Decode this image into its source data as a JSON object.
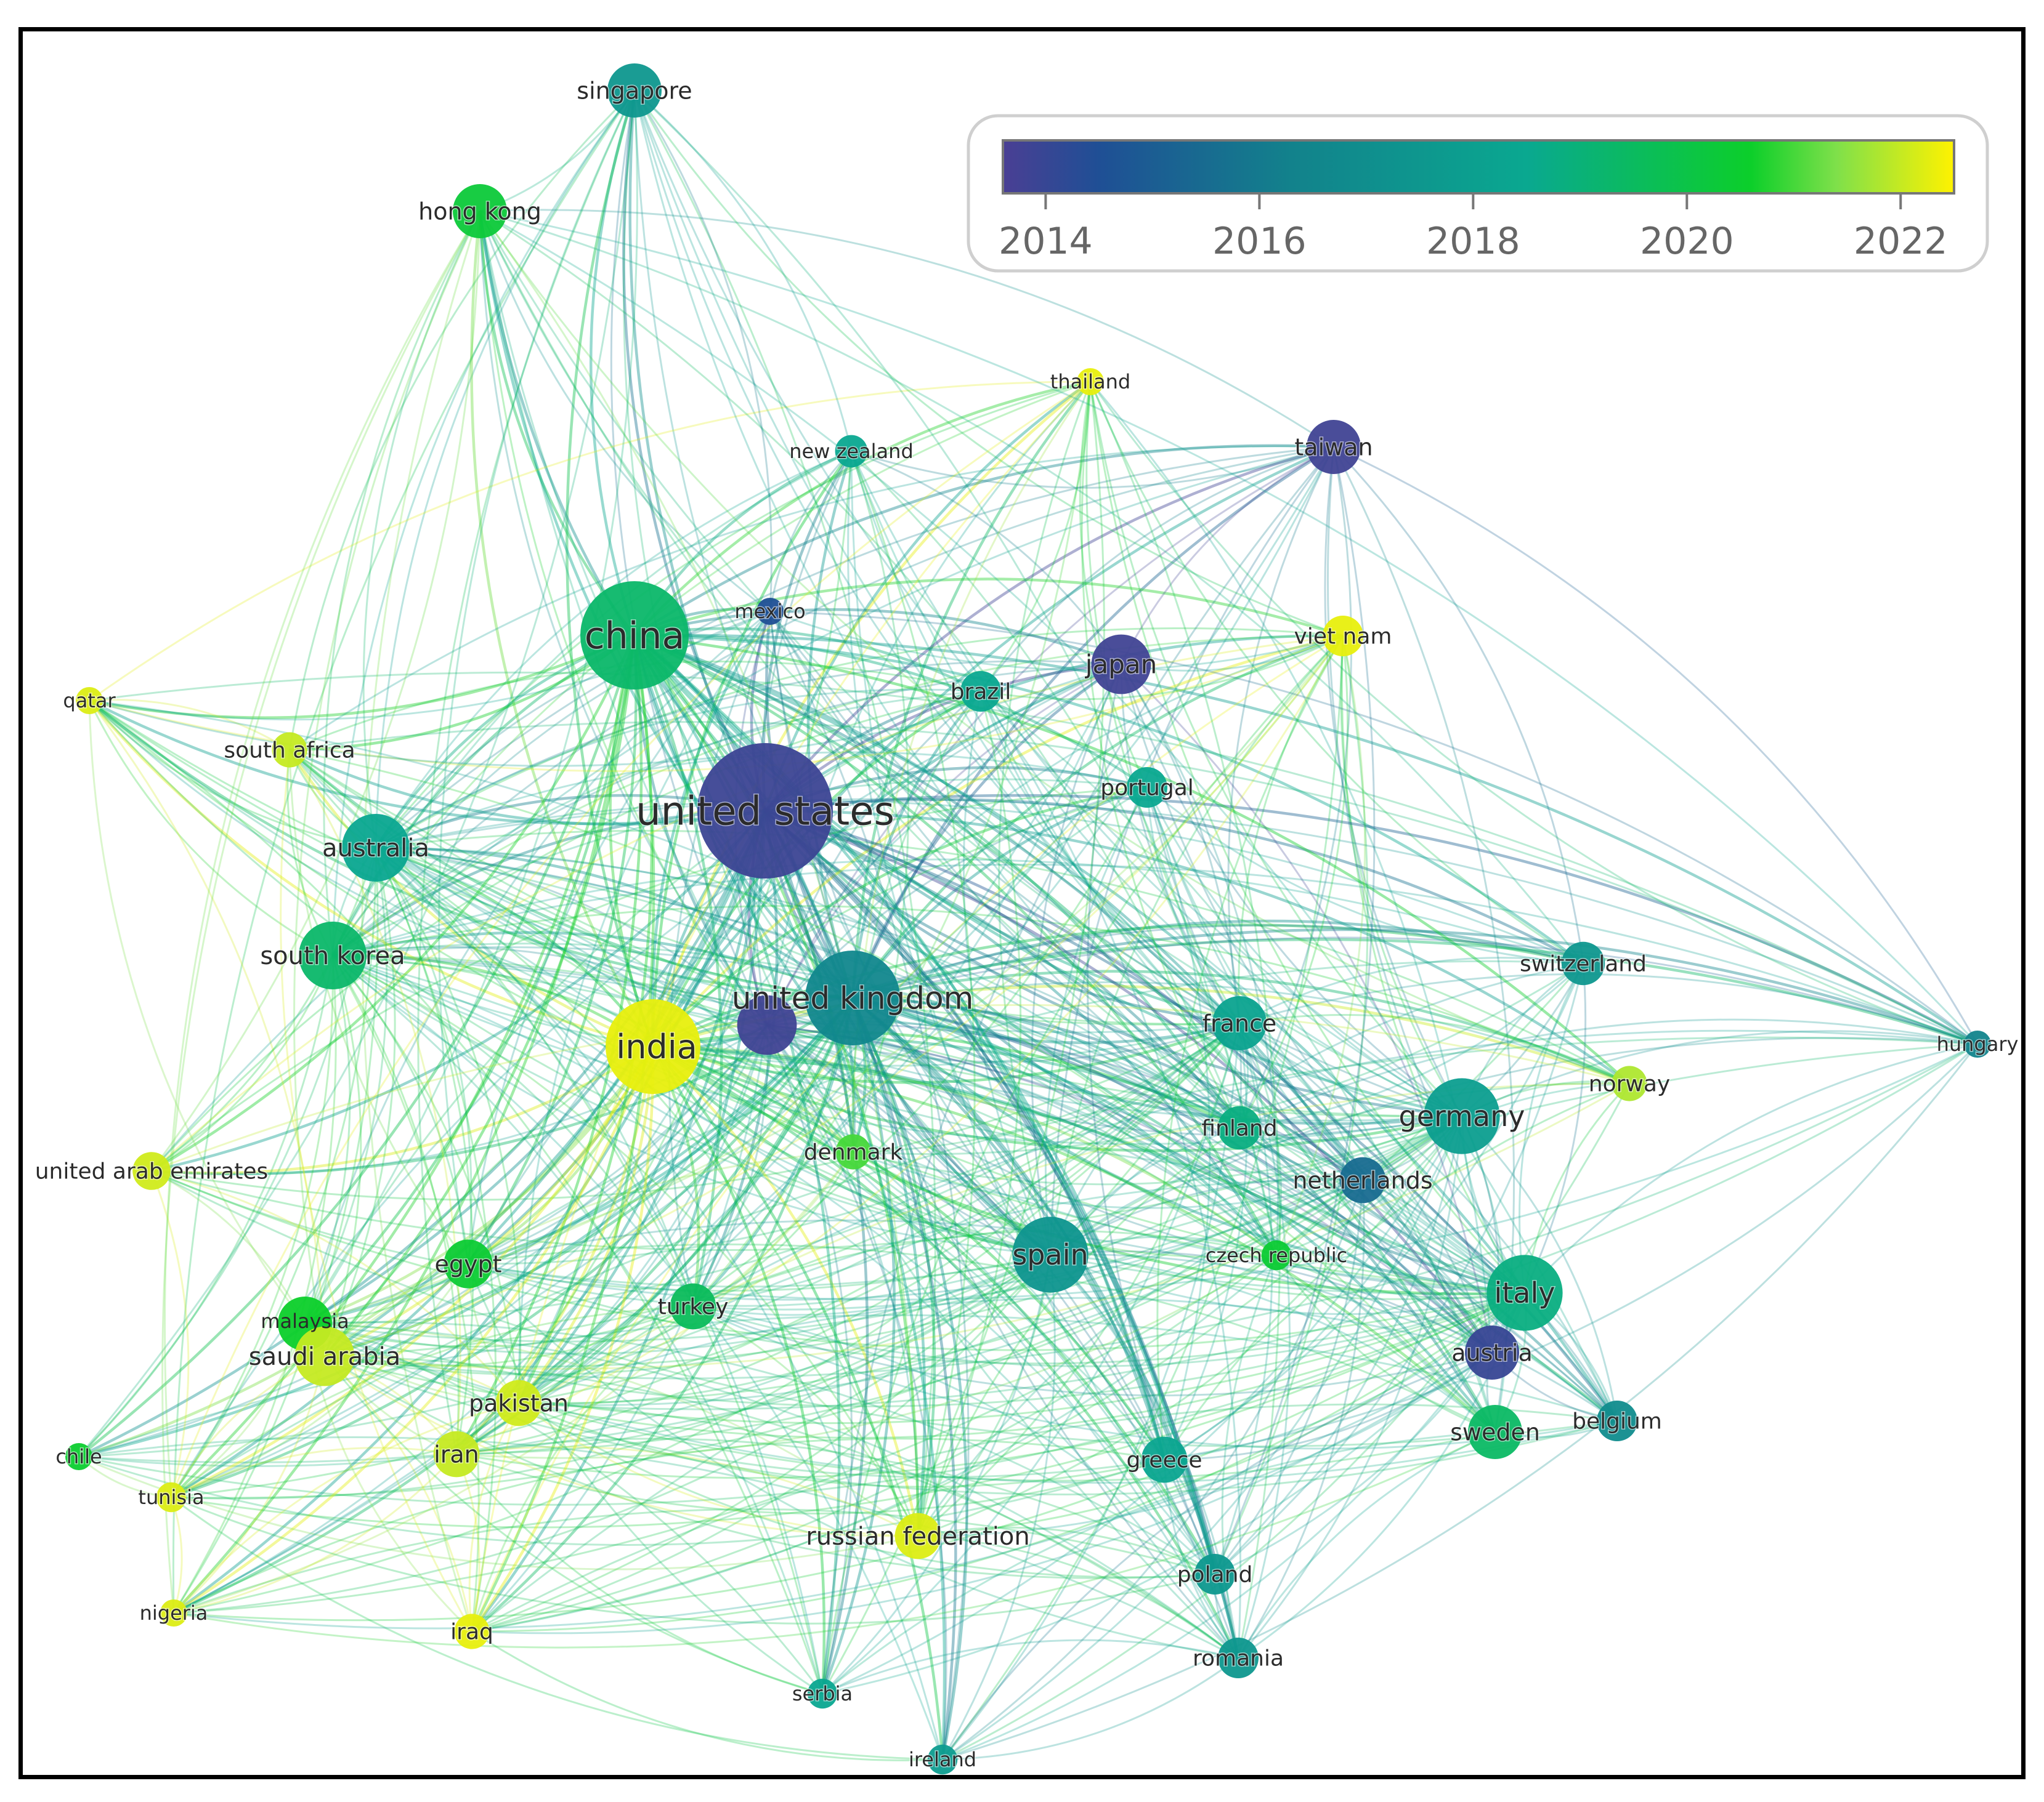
{
  "legend": {
    "tick_labels": [
      "2014",
      "2016",
      "2018",
      "2020",
      "2022"
    ],
    "range": [
      2013.6,
      2022.5
    ],
    "gradient_stops": [
      {
        "year": 2013.6,
        "color": "#4a3f94"
      },
      {
        "year": 2014.5,
        "color": "#1f4f95"
      },
      {
        "year": 2016.3,
        "color": "#12828c"
      },
      {
        "year": 2018.5,
        "color": "#0aa890"
      },
      {
        "year": 2020.6,
        "color": "#0ccf2a"
      },
      {
        "year": 2021.4,
        "color": "#7fe04a"
      },
      {
        "year": 2022.5,
        "color": "#fff200"
      }
    ]
  },
  "nodes": [
    {
      "id": "united-states",
      "label": "united states",
      "year": 2013.9,
      "size": 5
    },
    {
      "id": "china",
      "label": "china",
      "year": 2019.3,
      "size": 4
    },
    {
      "id": "united-kingdom",
      "label": "united kingdom",
      "year": 2016.6,
      "size": 3.5
    },
    {
      "id": "india",
      "label": "india",
      "year": 2022.3,
      "size": 3.5
    },
    {
      "id": "unlabeled-node",
      "label": "",
      "year": 2013.8,
      "size": 2.2
    },
    {
      "id": "singapore",
      "label": "singapore",
      "year": 2017.5,
      "size": 2
    },
    {
      "id": "hong-kong",
      "label": "hong kong",
      "year": 2020.3,
      "size": 2
    },
    {
      "id": "thailand",
      "label": "thailand",
      "year": 2022.3,
      "size": 1
    },
    {
      "id": "new-zealand",
      "label": "new zealand",
      "year": 2018.5,
      "size": 1.2
    },
    {
      "id": "taiwan",
      "label": "taiwan",
      "year": 2013.8,
      "size": 2
    },
    {
      "id": "mexico",
      "label": "mexico",
      "year": 2014.5,
      "size": 1
    },
    {
      "id": "viet-nam",
      "label": "viet nam",
      "year": 2022.3,
      "size": 1.5
    },
    {
      "id": "japan",
      "label": "japan",
      "year": 2013.8,
      "size": 2.2
    },
    {
      "id": "brazil",
      "label": "brazil",
      "year": 2018.5,
      "size": 1.5
    },
    {
      "id": "qatar",
      "label": "qatar",
      "year": 2022.2,
      "size": 1
    },
    {
      "id": "south-africa",
      "label": "south africa",
      "year": 2022.0,
      "size": 1.3
    },
    {
      "id": "portugal",
      "label": "portugal",
      "year": 2018.5,
      "size": 1.5
    },
    {
      "id": "australia",
      "label": "australia",
      "year": 2018.4,
      "size": 2.5
    },
    {
      "id": "south-korea",
      "label": "south korea",
      "year": 2019.3,
      "size": 2.5
    },
    {
      "id": "switzerland",
      "label": "switzerland",
      "year": 2017.5,
      "size": 1.6
    },
    {
      "id": "france",
      "label": "france",
      "year": 2018.2,
      "size": 2
    },
    {
      "id": "hungary",
      "label": "hungary",
      "year": 2016.4,
      "size": 1
    },
    {
      "id": "germany",
      "label": "germany",
      "year": 2017.9,
      "size": 2.8
    },
    {
      "id": "norway",
      "label": "norway",
      "year": 2021.8,
      "size": 1.3
    },
    {
      "id": "finland",
      "label": "finland",
      "year": 2018.8,
      "size": 1.6
    },
    {
      "id": "denmark",
      "label": "denmark",
      "year": 2021.0,
      "size": 1.3
    },
    {
      "id": "united-arab-emirates",
      "label": "united arab emirates",
      "year": 2022.1,
      "size": 1.4
    },
    {
      "id": "netherlands",
      "label": "netherlands",
      "year": 2015.5,
      "size": 1.7
    },
    {
      "id": "spain",
      "label": "spain",
      "year": 2017.4,
      "size": 2.8
    },
    {
      "id": "czech-republic",
      "label": "czech republic",
      "year": 2020.4,
      "size": 1.1
    },
    {
      "id": "egypt",
      "label": "egypt",
      "year": 2020.4,
      "size": 1.8
    },
    {
      "id": "turkey",
      "label": "turkey",
      "year": 2019.6,
      "size": 1.7
    },
    {
      "id": "italy",
      "label": "italy",
      "year": 2018.8,
      "size": 2.8
    },
    {
      "id": "malaysia",
      "label": "malaysia",
      "year": 2020.6,
      "size": 2
    },
    {
      "id": "saudi-arabia",
      "label": "saudi arabia",
      "year": 2022.0,
      "size": 2.2
    },
    {
      "id": "austria",
      "label": "austria",
      "year": 2014.0,
      "size": 2
    },
    {
      "id": "pakistan",
      "label": "pakistan",
      "year": 2022.1,
      "size": 1.7
    },
    {
      "id": "belgium",
      "label": "belgium",
      "year": 2016.9,
      "size": 1.5
    },
    {
      "id": "sweden",
      "label": "sweden",
      "year": 2019.4,
      "size": 2
    },
    {
      "id": "chile",
      "label": "chile",
      "year": 2020.5,
      "size": 1
    },
    {
      "id": "iran",
      "label": "iran",
      "year": 2022.0,
      "size": 1.7
    },
    {
      "id": "greece",
      "label": "greece",
      "year": 2018.3,
      "size": 1.7
    },
    {
      "id": "tunisia",
      "label": "tunisia",
      "year": 2022.2,
      "size": 1.1
    },
    {
      "id": "russian-federation",
      "label": "russian federation",
      "year": 2022.2,
      "size": 1.7
    },
    {
      "id": "poland",
      "label": "poland",
      "year": 2017.6,
      "size": 1.5
    },
    {
      "id": "nigeria",
      "label": "nigeria",
      "year": 2022.2,
      "size": 1
    },
    {
      "id": "iraq",
      "label": "iraq",
      "year": 2022.3,
      "size": 1.3
    },
    {
      "id": "romania",
      "label": "romania",
      "year": 2017.5,
      "size": 1.5
    },
    {
      "id": "serbia",
      "label": "serbia",
      "year": 2018.4,
      "size": 1.1
    },
    {
      "id": "ireland",
      "label": "ireland",
      "year": 2017.8,
      "size": 1.1
    }
  ]
}
